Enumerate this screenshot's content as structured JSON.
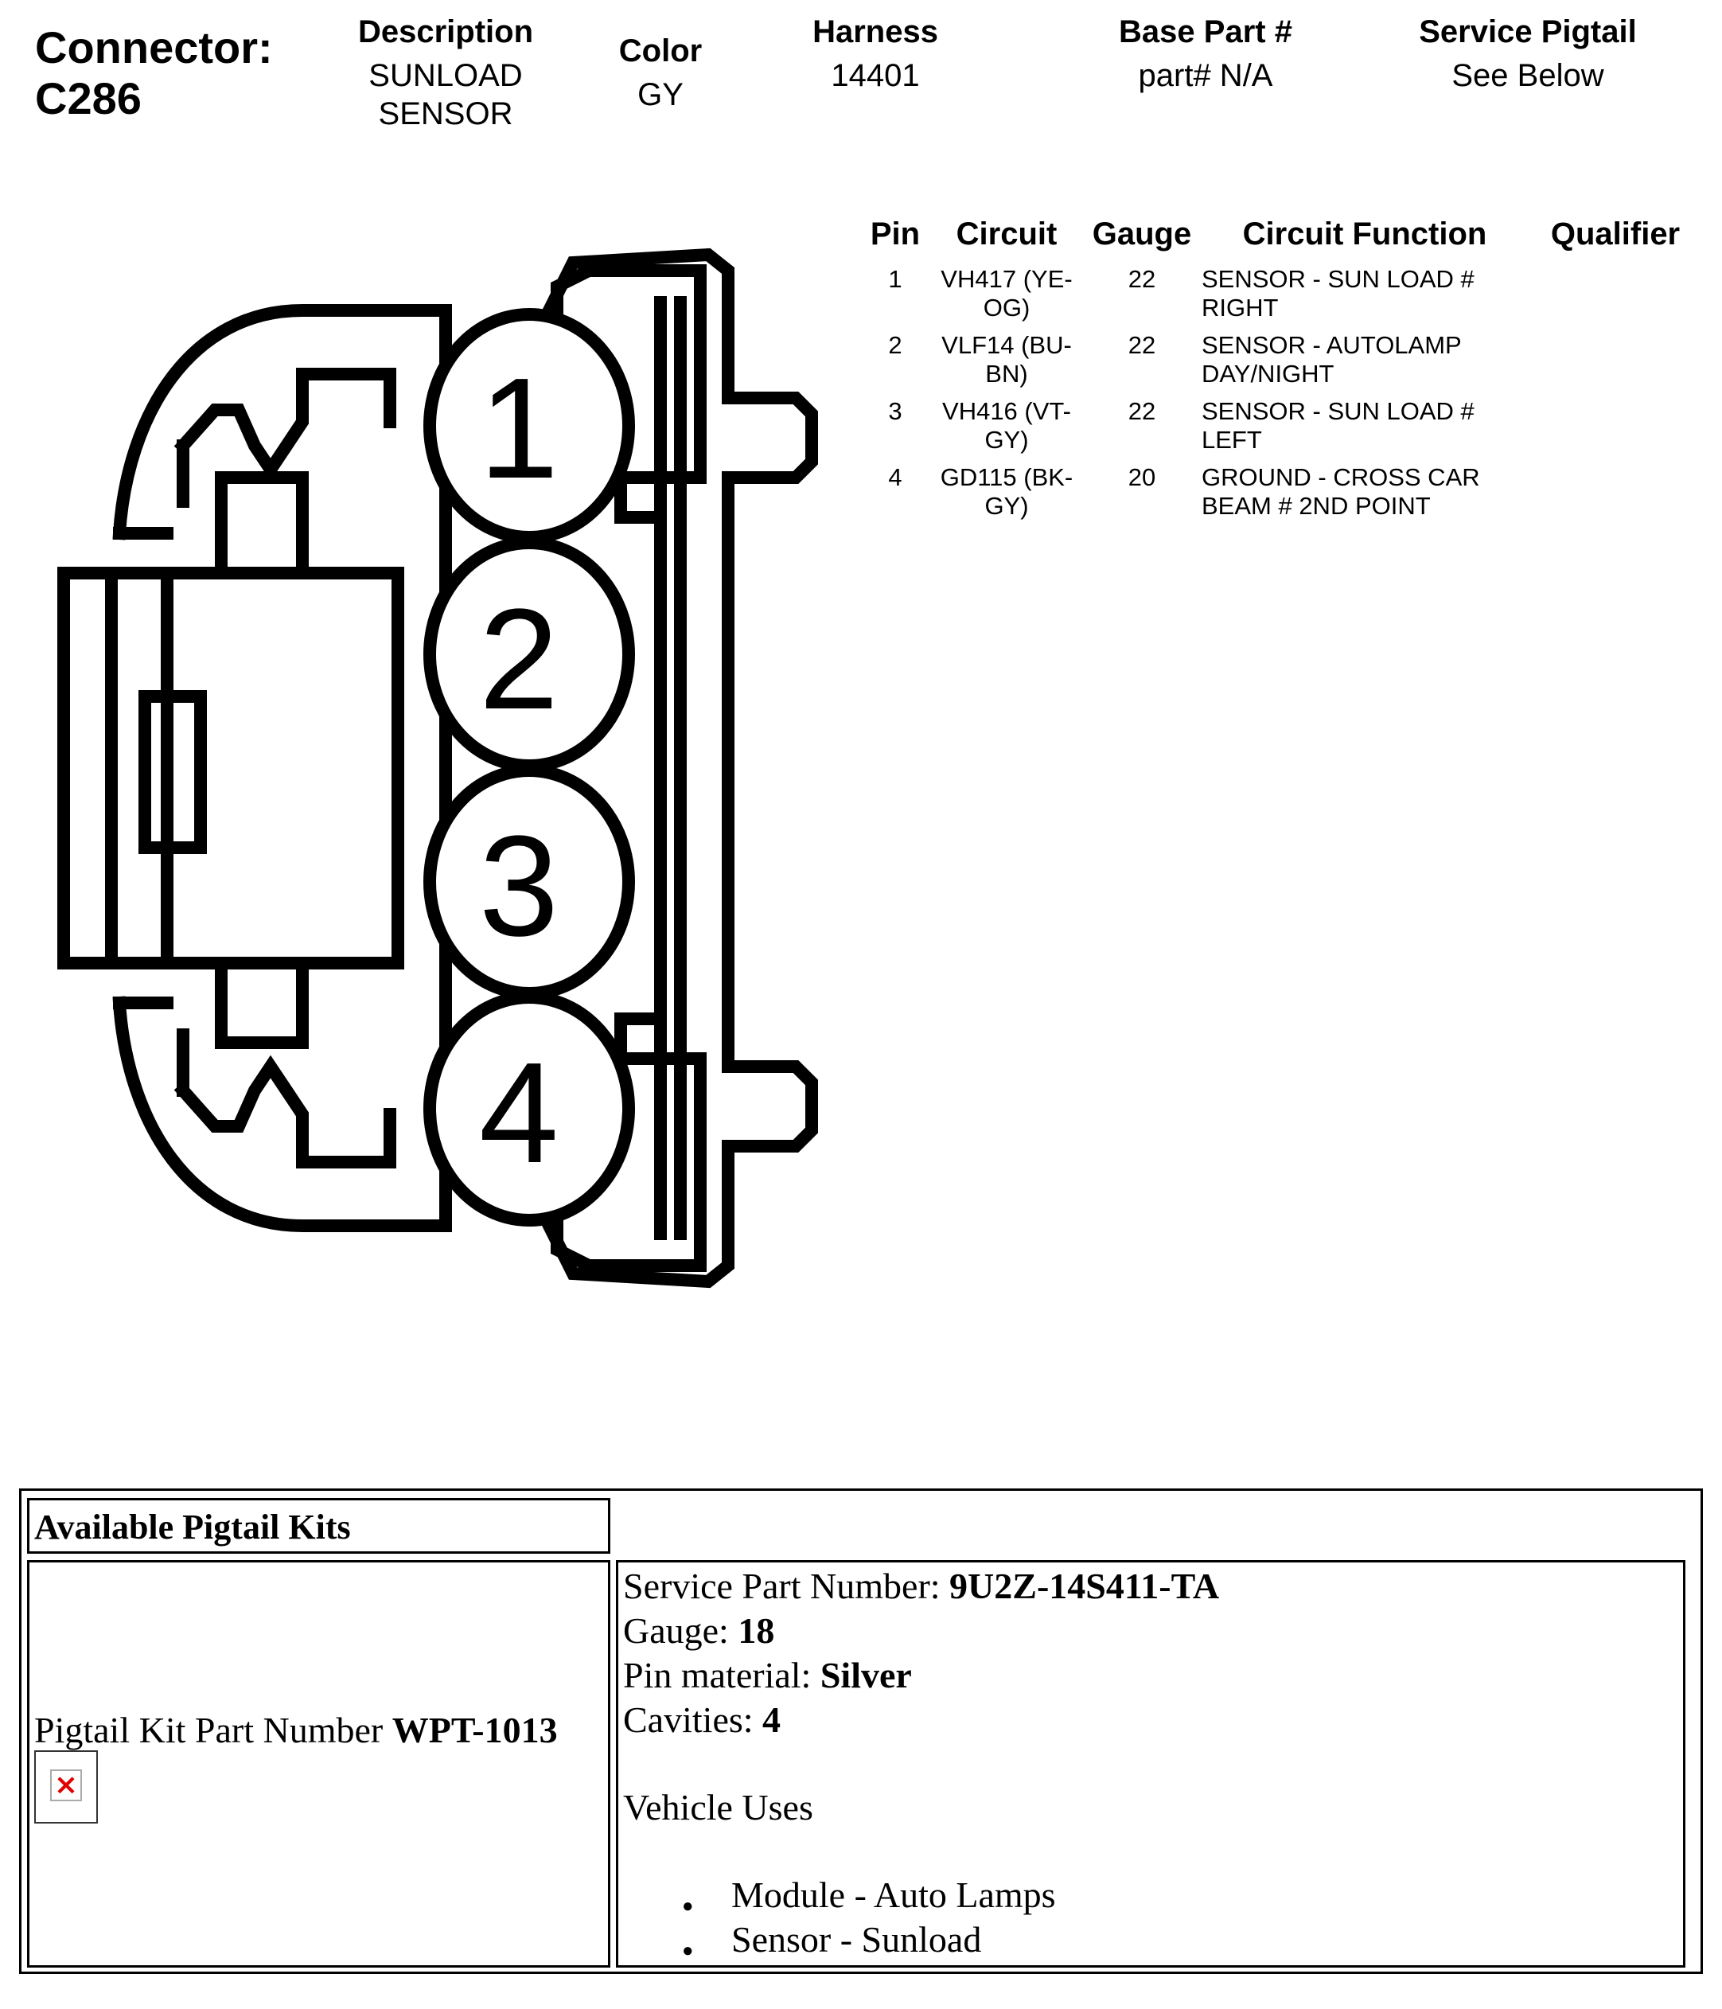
{
  "header": {
    "connector_label": "Connector:",
    "connector_id": "C286",
    "description_label": "Description",
    "description_value_1": "SUNLOAD",
    "description_value_2": "SENSOR",
    "color_label": "Color",
    "color_value": "GY",
    "harness_label": "Harness",
    "harness_value": "14401",
    "base_part_label": "Base Part #",
    "base_part_value": "part# N/A",
    "service_pigtail_label": "Service Pigtail",
    "service_pigtail_value": "See Below"
  },
  "diagram": {
    "pin_numbers": [
      "1",
      "2",
      "3",
      "4"
    ]
  },
  "pin_table": {
    "headers": {
      "pin": "Pin",
      "circuit": "Circuit",
      "gauge": "Gauge",
      "function": "Circuit Function",
      "qualifier": "Qualifier"
    },
    "rows": [
      {
        "pin": "1",
        "circuit_1": "VH417 (YE-",
        "circuit_2": "OG)",
        "gauge": "22",
        "function_1": "SENSOR - SUN LOAD #",
        "function_2": "RIGHT"
      },
      {
        "pin": "2",
        "circuit_1": "VLF14 (BU-",
        "circuit_2": "BN)",
        "gauge": "22",
        "function_1": "SENSOR - AUTOLAMP",
        "function_2": "DAY/NIGHT"
      },
      {
        "pin": "3",
        "circuit_1": "VH416 (VT-",
        "circuit_2": "GY)",
        "gauge": "22",
        "function_1": "SENSOR - SUN LOAD #",
        "function_2": "LEFT"
      },
      {
        "pin": "4",
        "circuit_1": "GD115 (BK-",
        "circuit_2": "GY)",
        "gauge": "20",
        "function_1": "GROUND - CROSS CAR",
        "function_2": "BEAM # 2ND POINT"
      }
    ]
  },
  "pigtail": {
    "title": "Available Pigtail Kits",
    "kit_label": "Pigtail Kit Part Number ",
    "kit_number": "WPT-1013",
    "service_part_label": "Service Part Number: ",
    "service_part_value": "9U2Z-14S411-TA",
    "gauge_label": "Gauge: ",
    "gauge_value": "18",
    "pin_material_label": "Pin material: ",
    "pin_material_value": "Silver",
    "cavities_label": "Cavities: ",
    "cavities_value": "4",
    "vehicle_uses_label": "Vehicle Uses",
    "uses": [
      "Module - Auto Lamps",
      "Sensor - Sunload"
    ],
    "bullet": "●",
    "broken_image_icon": "broken-image-icon"
  },
  "colors": {
    "ink": "#000000",
    "background": "#ffffff",
    "broken_image_x": "#e00000"
  }
}
